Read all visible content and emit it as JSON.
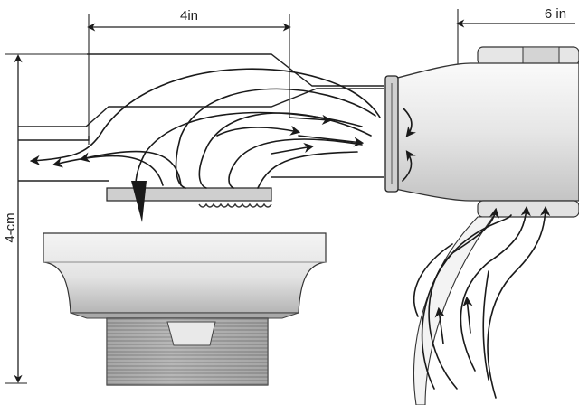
{
  "dimensions": {
    "top_left": "4in",
    "top_right": "6 in",
    "vertical": "4-cm"
  },
  "colors": {
    "line": "#1a1a1a",
    "metal_light": "#f2f2f2",
    "metal_mid": "#d6d6d6",
    "metal_dark": "#9e9e9e"
  }
}
